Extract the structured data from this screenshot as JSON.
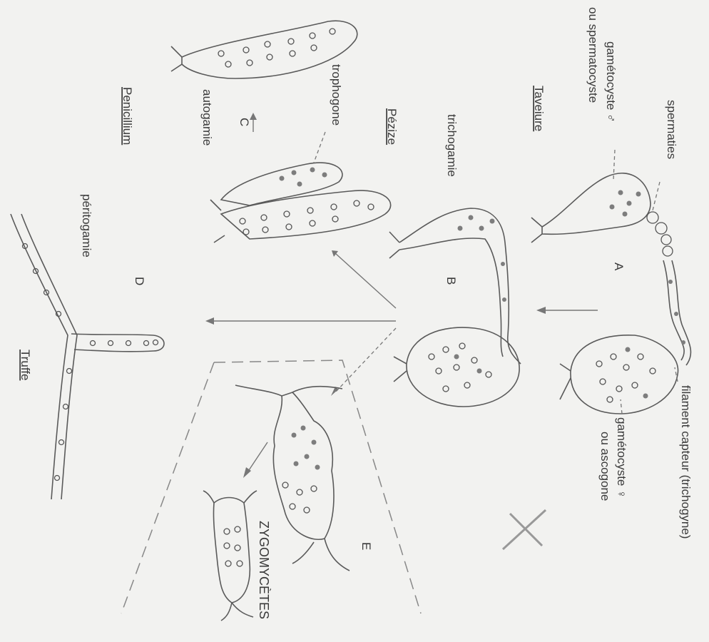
{
  "labels": {
    "spermaties": "spermaties",
    "gametocyste_male_line1": "gamétocyste ♂",
    "gametocyste_male_line2": "ou spermatocyste",
    "taveiure": "Taveiure",
    "letter_a": "A",
    "filament_capteur": "filament capteur (trichogyne)",
    "gametocyste_female_line1": "gamétocyste ♀",
    "gametocyste_female_line2": "ou ascogone",
    "trichogamie": "trichogamie",
    "pezize": "Pézize",
    "letter_b": "B",
    "trophogone": "trophogone",
    "autogamie": "autogamie",
    "letter_c": "C",
    "penicillium": "Penicillium",
    "peritogamie": "péritogamie",
    "letter_d": "D",
    "truffe": "Truffe",
    "letter_e": "E",
    "zygomycetes": "ZYGOMYCÈTES"
  },
  "colors": {
    "line": "#5a5a5a",
    "text": "#3a3a3a",
    "background": "#f2f2f0"
  }
}
